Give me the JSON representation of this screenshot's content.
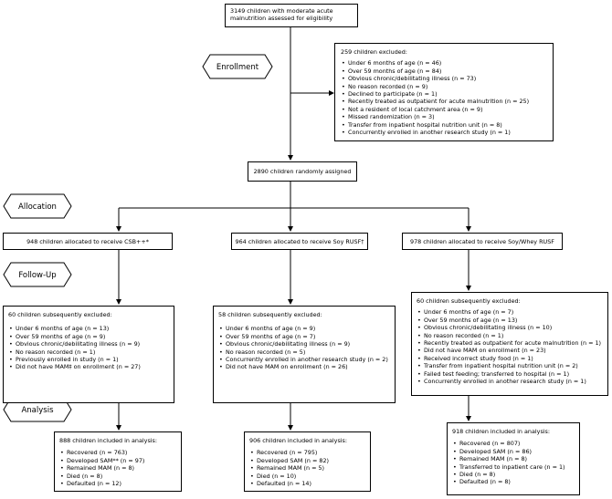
{
  "top": {
    "text": "3149 children with moderate acute malnutrition assessed for eligibility"
  },
  "enrollment": {
    "stage_label": "Enrollment",
    "excluded_title": "259 children excluded:",
    "excluded_items": [
      "Under 6 months of age (n = 46)",
      "Over 59 months of age (n = 84)",
      "Obvious chronic/debilitating illness (n = 73)",
      "No reason recorded (n = 9)",
      "Declined to participate (n = 1)",
      "Recently treated as outpatient for acute malnutrition (n = 25)",
      "Not a resident of local catchment area (n = 9)",
      "Missed randomization (n = 3)",
      "Transfer from inpatient hospital nutrition unit (n = 8)",
      "Concurrently enrolled in another research study (n = 1)"
    ]
  },
  "randomized": {
    "text": "2890 children randomly assigned"
  },
  "stages": {
    "allocation": "Allocation",
    "followup": "Follow-Up",
    "analysis": "Analysis"
  },
  "arms": [
    {
      "allocated": "948 children allocated to receive CSB++*",
      "excluded_title": "60 children subsequently excluded:",
      "excluded_items": [
        "Under 6 months of age (n = 13)",
        "Over 59 months of age (n = 9)",
        "Obvious chronic/debilitating illness (n = 9)",
        "No reason recorded (n = 1)",
        "Previously enrolled in study (n = 1)",
        "Did not have MAM‡ on enrollment (n = 27)"
      ],
      "analysis_title": "888 children included in analysis:",
      "analysis_items": [
        "Recovered (n = 763)",
        "Developed SAM** (n = 97)",
        "Remained MAM (n = 8)",
        "Died (n = 8)",
        "Defaulted (n = 12)"
      ]
    },
    {
      "allocated": "964 children allocated to receive Soy RUSF†",
      "excluded_title": "58 children subsequently excluded:",
      "excluded_items": [
        "Under 6 months of age (n = 9)",
        "Over 59 months of age (n = 7)",
        "Obvious chronic/debilitating illness (n = 9)",
        "No reason recorded (n = 5)",
        "Concurrently enrolled in another research study (n = 2)",
        "Did not have MAM on enrollment (n = 26)"
      ],
      "analysis_title": "906 children included in analysis:",
      "analysis_items": [
        "Recovered (n = 795)",
        "Developed SAM (n = 82)",
        "Remained MAM (n = 5)",
        "Died (n = 10)",
        "Defaulted (n = 14)"
      ]
    },
    {
      "allocated": "978 children allocated to receive Soy/Whey RUSF",
      "excluded_title": "60 children subsequently excluded:",
      "excluded_items": [
        "Under 6 months of age (n = 7)",
        "Over 59 months of age (n = 13)",
        "Obvious chronic/debilitating illness (n = 10)",
        "No reason recorded (n = 1)",
        "Recently treated as outpatient for acute malnutrition (n = 1)",
        "Did not have MAM on enrollment (n = 23)",
        "Received incorrect study food (n = 1)",
        "Transfer from inpatient hospital nutrition unit (n = 2)",
        "Failed test feeding; transferred to hospital (n = 1)",
        "Concurrently enrolled in another research study (n = 1)"
      ],
      "analysis_title": "918 children included in analysis:",
      "analysis_items": [
        "Recovered (n = 807)",
        "Developed SAM (n = 86)",
        "Remained MAM (n = 8)",
        "Transferred to inpatient care (n = 1)",
        "Died (n = 8)",
        "Defaulted (n = 8)"
      ]
    }
  ]
}
